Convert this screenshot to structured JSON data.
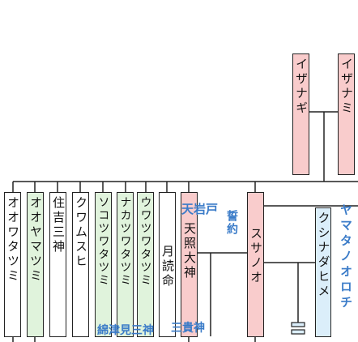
{
  "persons": {
    "izanagi": "イザナギ",
    "izanami": "イザナミ",
    "oowatatsumi": "オオワタツミ",
    "ooyamatsumi": "オオヤマツミ",
    "sumiyoshi": "住吉三神",
    "kuwamusuhi": "クワムスヒ",
    "sokotsuwatatsumi": "ソコツワタツミ",
    "nakatsuwatatsumi": "ナカツワタツミ",
    "uwatsuwatatsumi": "ウワツワタツミ",
    "tsukuyomi": "月読命",
    "amaterasu": "天照大神",
    "susanoo": "スサノオ",
    "kushinadahime": "クシナダヒメ"
  },
  "labels": {
    "amanoiwato": "天岩戸",
    "seiyaku": "誓約",
    "orochi": "ヤマタノオロチ",
    "watatsumi_sanjin": "綿津見三神",
    "sankishin": "三貴神"
  },
  "colors": {
    "pink": "#f9cccc",
    "green": "#e0f3dc",
    "blue_box": "#dbeefa",
    "label_blue": "#3a7bc8",
    "line": "#222222"
  }
}
